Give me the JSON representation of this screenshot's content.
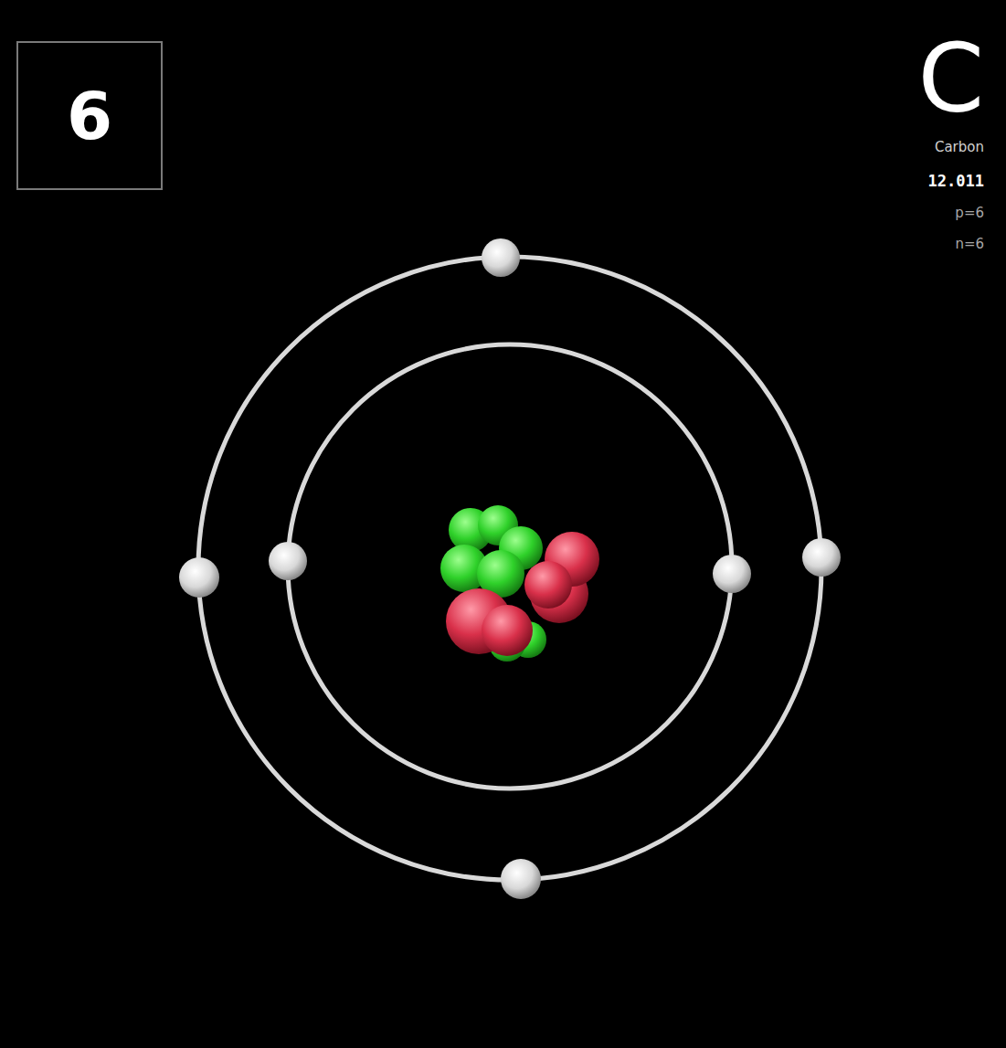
{
  "diagram": {
    "nodes": [
      {
        "text": [
          "6"
        ]
      }
    ],
    "labels": [
      "C",
      "Carbon",
      "12.011",
      "p=6",
      "n=6"
    ]
  }
}
